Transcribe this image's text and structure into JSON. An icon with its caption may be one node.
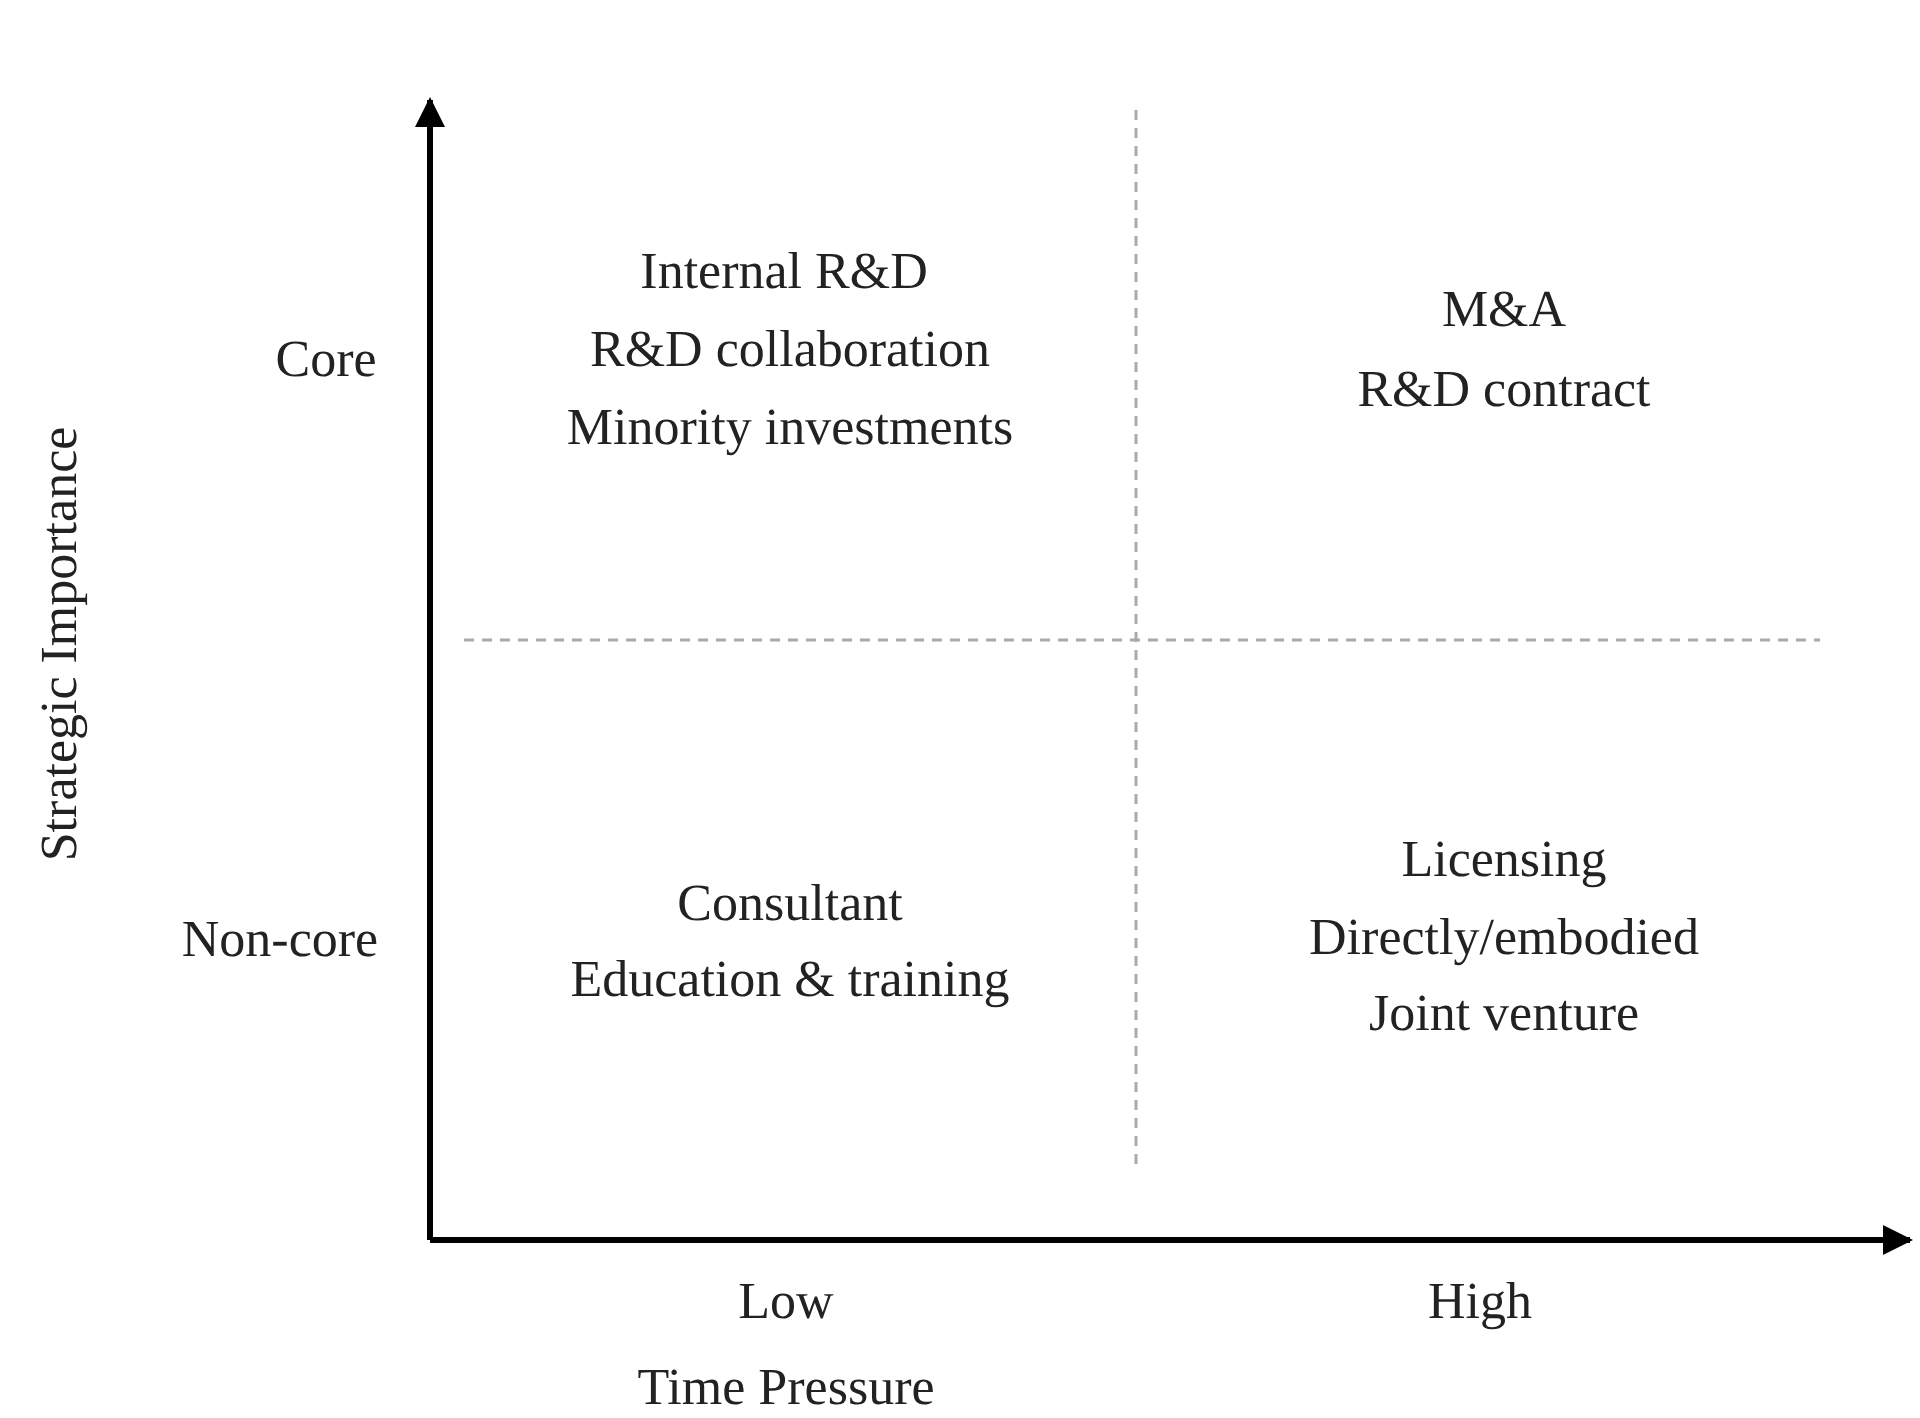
{
  "diagram": {
    "labels": [
      "Strategic Importance",
      "Core",
      "Internal R&D",
      "R&D collaboration",
      "Minority investments",
      "M&A",
      "R&D contract",
      "Non-core",
      "Consultant",
      "Education & training",
      "Licensing",
      "Directly/embodied",
      "Joint venture",
      "Low",
      "High",
      "Time Pressure"
    ]
  }
}
